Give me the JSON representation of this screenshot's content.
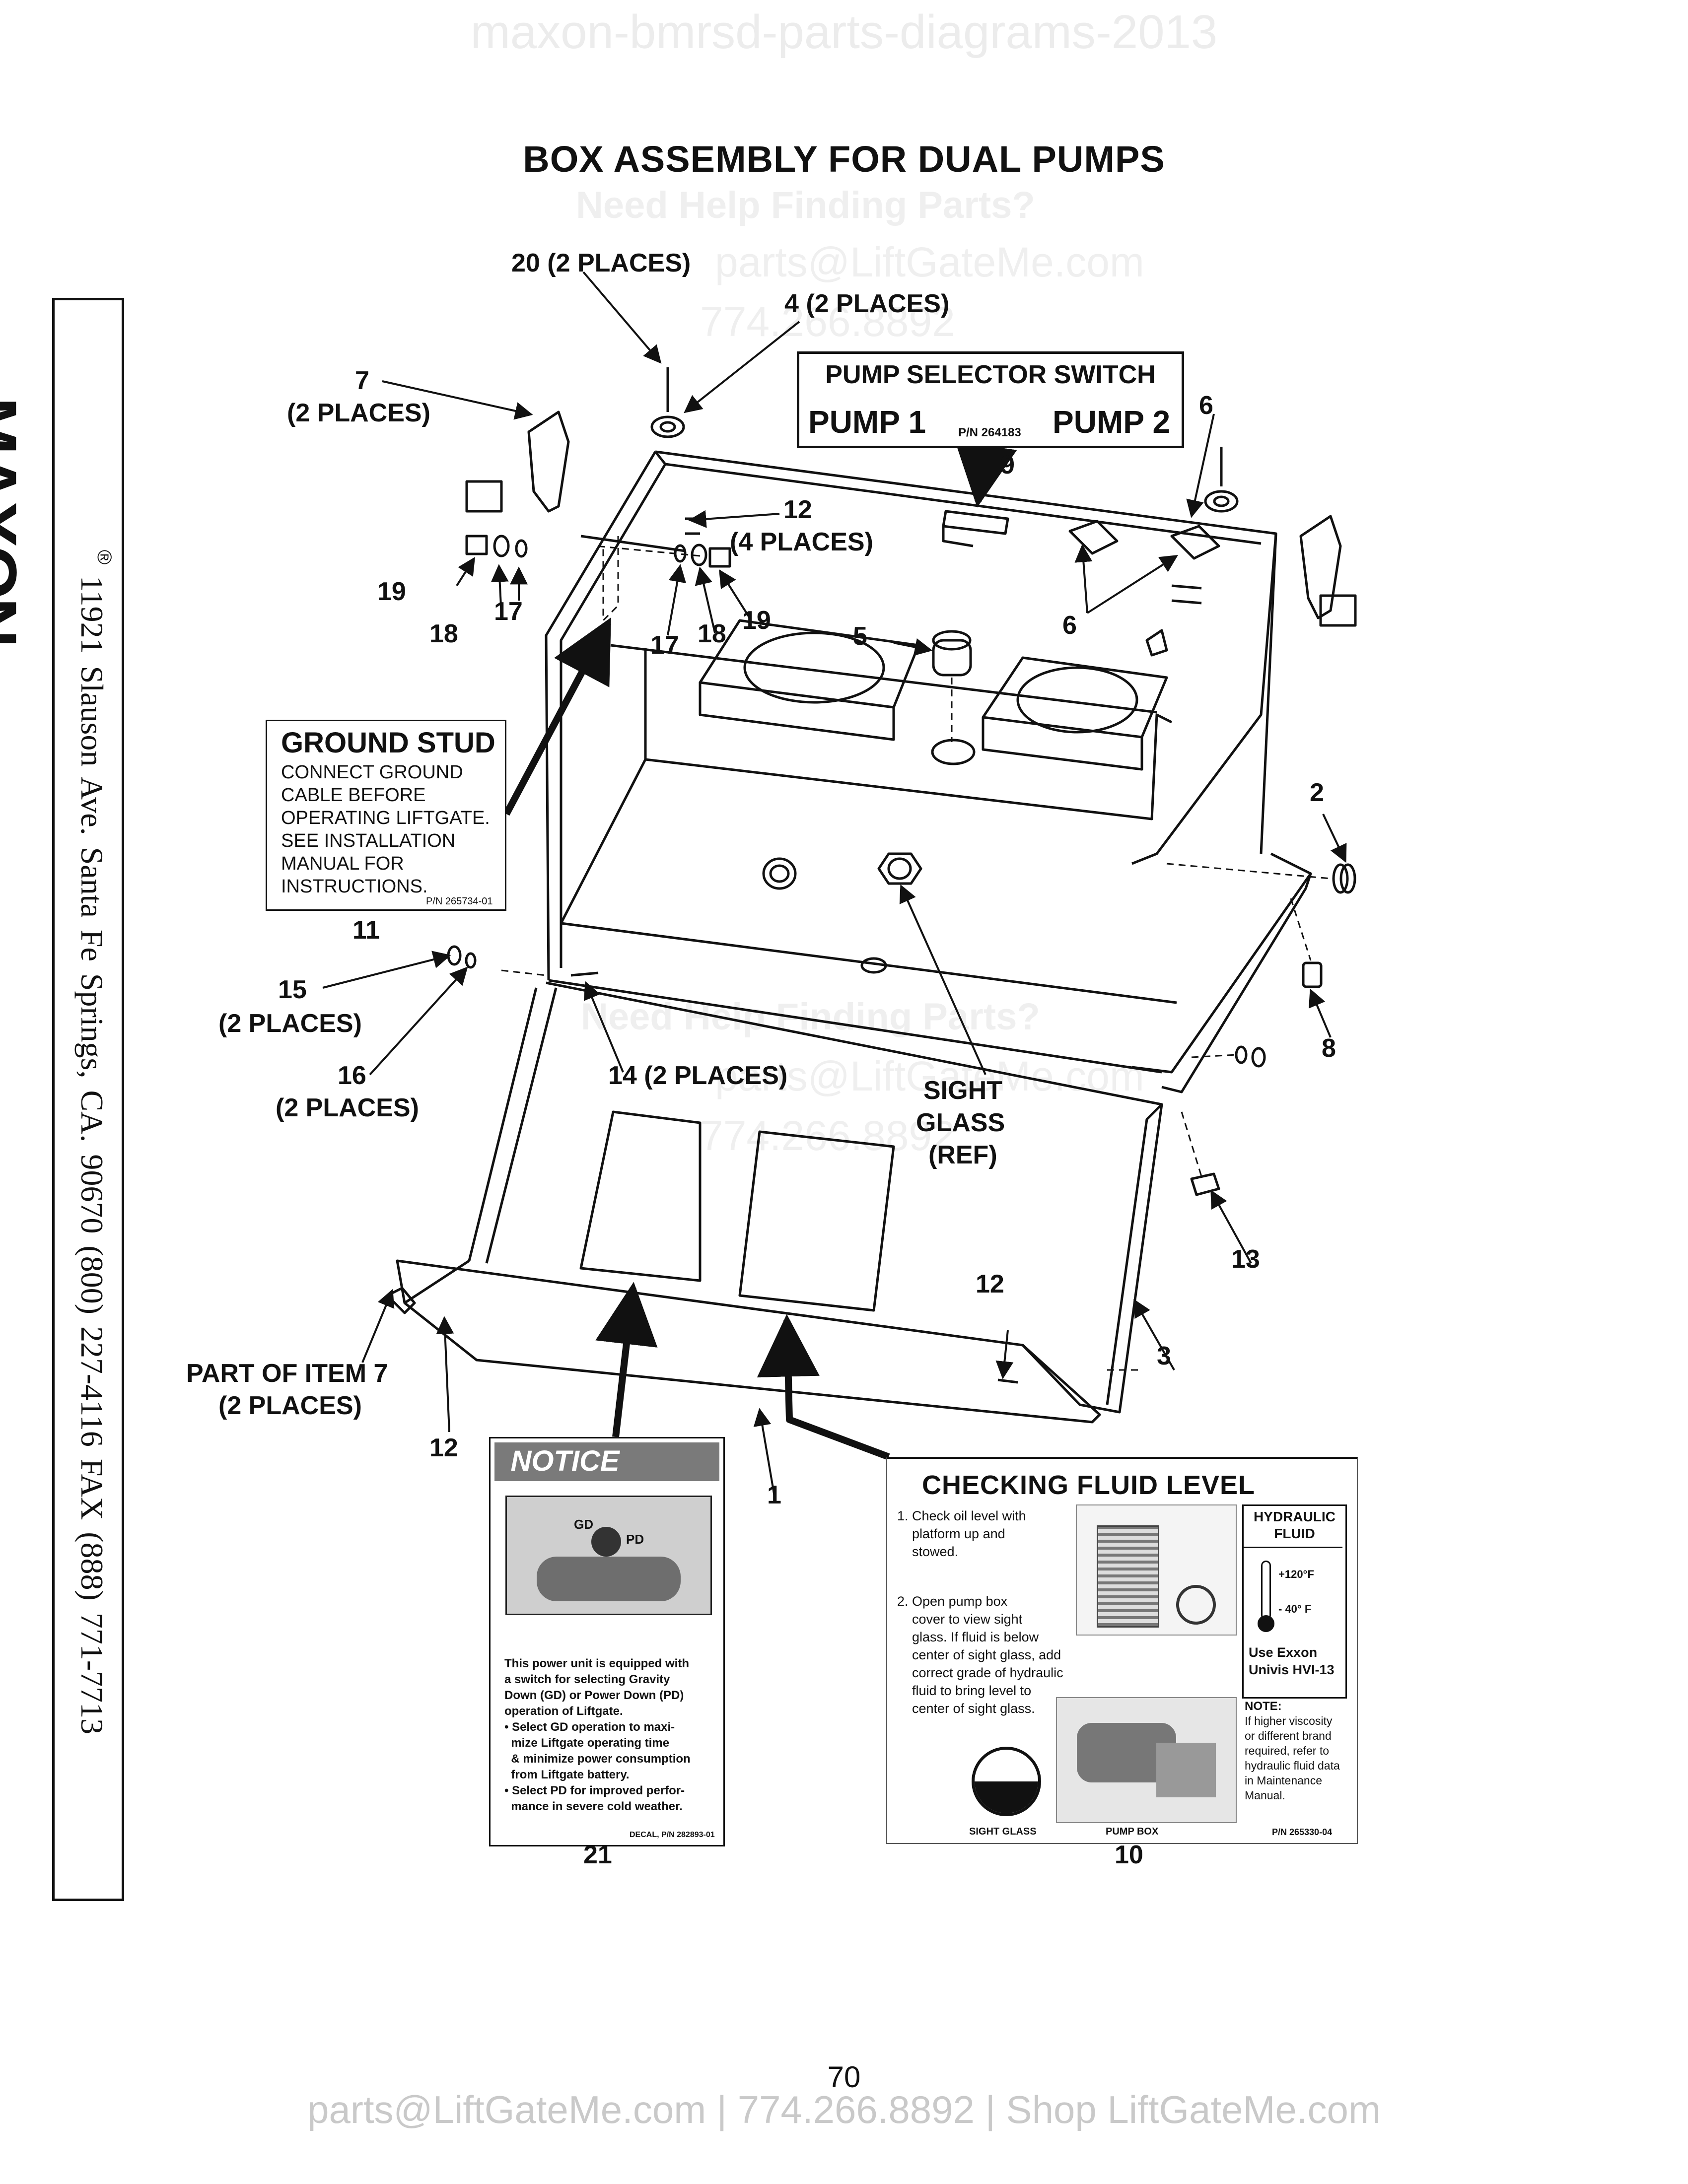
{
  "watermark": {
    "doc_name": "maxon-bmrsd-parts-diagrams-2013",
    "help": "Need Help Finding Parts?",
    "email": "parts@LiftGateMe.com",
    "phone": "774.266.8892"
  },
  "title": "BOX ASSEMBLY FOR DUAL PUMPS",
  "sidebar": {
    "logo": "MAXON",
    "registered": "®",
    "address": "11921 Slauson Ave.  Santa Fe Springs, CA.  90670  (800) 227-4116  FAX (888) 771-7713"
  },
  "callouts": {
    "c20": "20 (2 PLACES)",
    "c4": "4 (2 PLACES)",
    "c7": "7",
    "c7_places": "(2 PLACES)",
    "c12_top": "12",
    "c12_top_places": "(4 PLACES)",
    "c19_left": "19",
    "c18_left": "18",
    "c17_left": "17",
    "c17_right": "17",
    "c18_right": "18",
    "c19_right": "19",
    "c5": "5",
    "c6_top": "6",
    "c6_mid": "6",
    "c9": "9",
    "c2": "2",
    "c8": "8",
    "c11": "11",
    "c15": "15",
    "c15_places": "(2 PLACES)",
    "c16": "16",
    "c16_places": "(2 PLACES)",
    "c14": "14 (2 PLACES)",
    "sight_glass": "SIGHT",
    "sight_glass2": "GLASS",
    "sight_glass3": "(REF)",
    "c13": "13",
    "c12_mid": "12",
    "c3": "3",
    "part_of_7": "PART OF ITEM 7",
    "part_of_7_places": "(2 PLACES)",
    "c12_bottom": "12",
    "c1": "1",
    "c21": "21",
    "c10": "10"
  },
  "pump_selector": {
    "title": "PUMP SELECTOR SWITCH",
    "pump1": "PUMP 1",
    "pump2": "PUMP 2",
    "pn": "P/N 264183"
  },
  "ground_stud": {
    "title": "GROUND STUD",
    "lines": [
      "CONNECT GROUND",
      "CABLE BEFORE",
      "OPERATING LIFTGATE.",
      "SEE INSTALLATION",
      "MANUAL FOR",
      "INSTRUCTIONS."
    ],
    "pn": "P/N 265734-01"
  },
  "notice": {
    "header": "NOTICE",
    "lines": [
      "This power unit is equipped with",
      "a switch for selecting Gravity",
      "Down (GD) or Power Down (PD)",
      "operation of Liftgate.",
      "• Select GD operation to maxi-",
      "  mize Liftgate operating time",
      "  & minimize power consumption",
      "  from Liftgate battery.",
      "• Select PD for improved perfor-",
      "  mance in severe cold weather."
    ],
    "pn": "DECAL, P/N 282893-01",
    "gd": "GD",
    "pd": "PD"
  },
  "fluid": {
    "title": "CHECKING FLUID LEVEL",
    "step1": [
      "1. Check oil level with",
      "    platform up and",
      "    stowed."
    ],
    "step2": [
      "2. Open pump box",
      "    cover to view sight",
      "    glass. If fluid is below",
      "    center of sight glass, add",
      "    correct grade of hydraulic",
      "    fluid to bring level to",
      "    center of sight glass."
    ],
    "hyd_title1": "HYDRAULIC",
    "hyd_title2": "FLUID",
    "temp_hi": "+120°F",
    "temp_lo": "- 40° F",
    "use1": "Use Exxon",
    "use2": "Univis HVI-13",
    "note_title": "NOTE:",
    "note": [
      "If higher viscosity",
      "or different brand",
      "required, refer to",
      "hydraulic fluid data",
      "in Maintenance",
      "Manual."
    ],
    "sight_glass": "SIGHT GLASS",
    "pump_box": "PUMP BOX",
    "pn": "P/N 265330-04"
  },
  "page_number": "70",
  "footer": "parts@LiftGateMe.com | 774.266.8892 | Shop LiftGateMe.com"
}
